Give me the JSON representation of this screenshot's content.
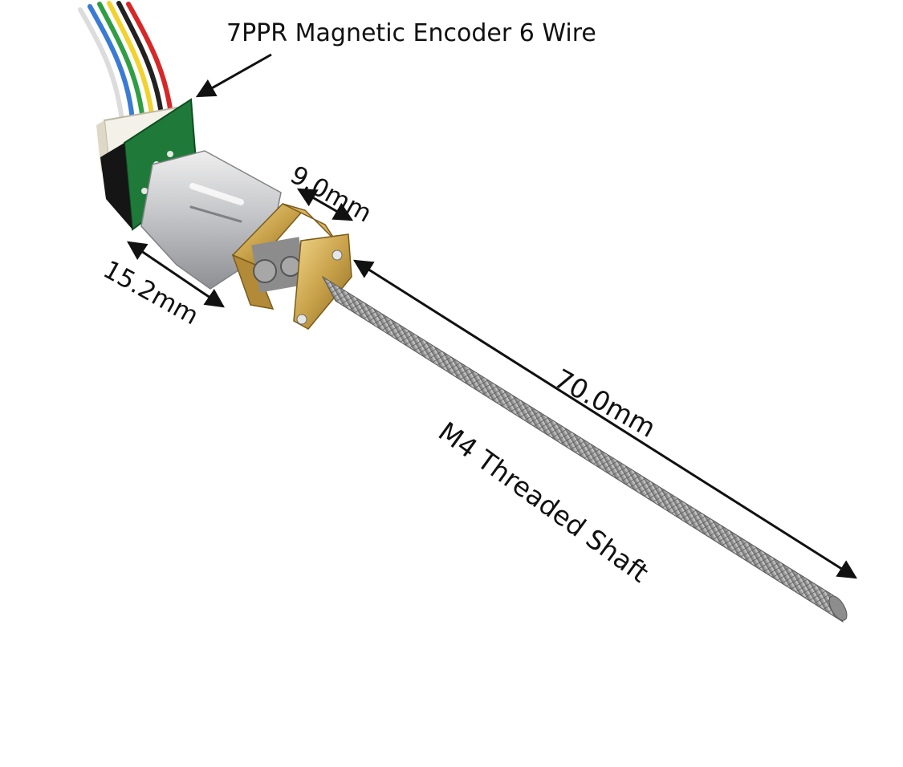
{
  "labels": {
    "encoder": "7PPR Magnetic Encoder 6 Wire",
    "gearbox_width": "9.0mm",
    "motor_length": "15.2mm",
    "shaft_length": "70.0mm",
    "shaft_type": "M4 Threaded Shaft"
  },
  "colors": {
    "background": "#ffffff",
    "text": "#111111",
    "brass": "#c9a24a",
    "motor_can": "#c8c9cc",
    "pcb": "#1f7a3a",
    "shaft": "#9a9a9a"
  },
  "wire_colors": [
    "#ffffff",
    "#3a7bd5",
    "#2f9e44",
    "#f2d22e",
    "#111111",
    "#d62828"
  ]
}
